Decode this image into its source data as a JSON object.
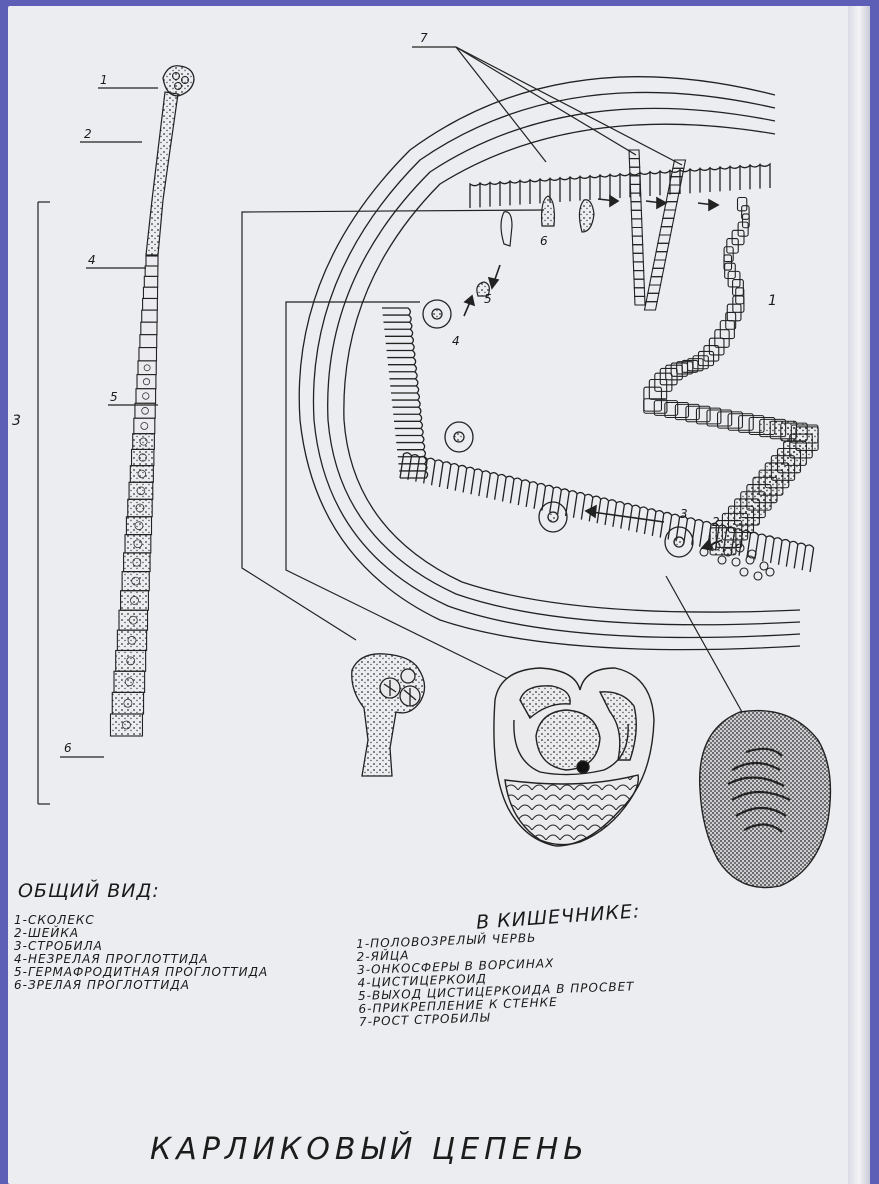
{
  "diagram": {
    "title": "КАРЛИКОВЫЙ    ЦЕПЕНЬ",
    "worm_labels": [
      "1",
      "2",
      "3",
      "4",
      "5",
      "6"
    ],
    "cycle_labels": [
      "1",
      "2",
      "3",
      "4",
      "5",
      "6",
      "7"
    ]
  },
  "legend_general": {
    "title": "ОБЩИЙ ВИД:",
    "items": [
      "1-СКОЛЕКС",
      "2-ШЕЙКА",
      "3-СТРОБИЛА",
      "4-НЕЗРЕЛАЯ ПРОГЛОТТИДА",
      "5-ГЕРМАФРОДИТНАЯ ПРОГЛОТТИДА",
      "6-ЗРЕЛАЯ ПРОГЛОТТИДА"
    ]
  },
  "legend_intestine": {
    "title": "В КИШЕЧНИКЕ:",
    "items": [
      "1-ПОЛОВОЗРЕЛЫЙ ЧЕРВЬ",
      "2-ЯЙЦА",
      "3-ОНКОСФЕРЫ В ВОРСИНАХ",
      "4-ЦИСТИЦЕРКОИД",
      "5-ВЫХОД ЦИСТИЦЕРКОИДА В ПРОСВЕТ",
      "6-ПРИКРЕПЛЕНИЕ К СТЕНКЕ",
      "7-РОСТ СТРОБИЛЫ"
    ]
  }
}
